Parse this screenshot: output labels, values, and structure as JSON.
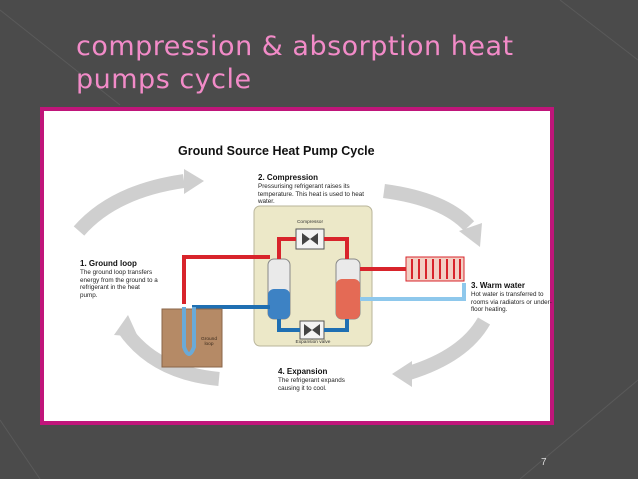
{
  "slide": {
    "title": "compression & absorption heat pumps cycle",
    "page_number": "7",
    "colors": {
      "background": "#4b4b4b",
      "title": "#f28bc8",
      "frame": "#c0157a"
    }
  },
  "diagram": {
    "title": "Ground Source Heat Pump Cycle",
    "steps": {
      "compression": {
        "heading": "2. Compression",
        "text": "Pressurising refrigerant raises its temperature. This heat is used to heat water."
      },
      "ground_loop": {
        "heading": "1. Ground loop",
        "text": "The ground loop transfers energy from the ground to a refrigerant in the heat pump."
      },
      "warm_water": {
        "heading": "3. Warm water",
        "text": "Hot water is transferred to rooms via radiators or under-floor heating."
      },
      "expansion": {
        "heading": "4. Expansion",
        "text": "The refrigerant expands causing it to cool."
      }
    },
    "labels": {
      "compressor": "Compressor",
      "expansion_valve": "Expansion valve",
      "ground_loop": "Ground loop"
    },
    "colors": {
      "hot": "#d8242b",
      "cold": "#1f6fb2",
      "cycle_arrows": "#cfcfcf"
    }
  }
}
